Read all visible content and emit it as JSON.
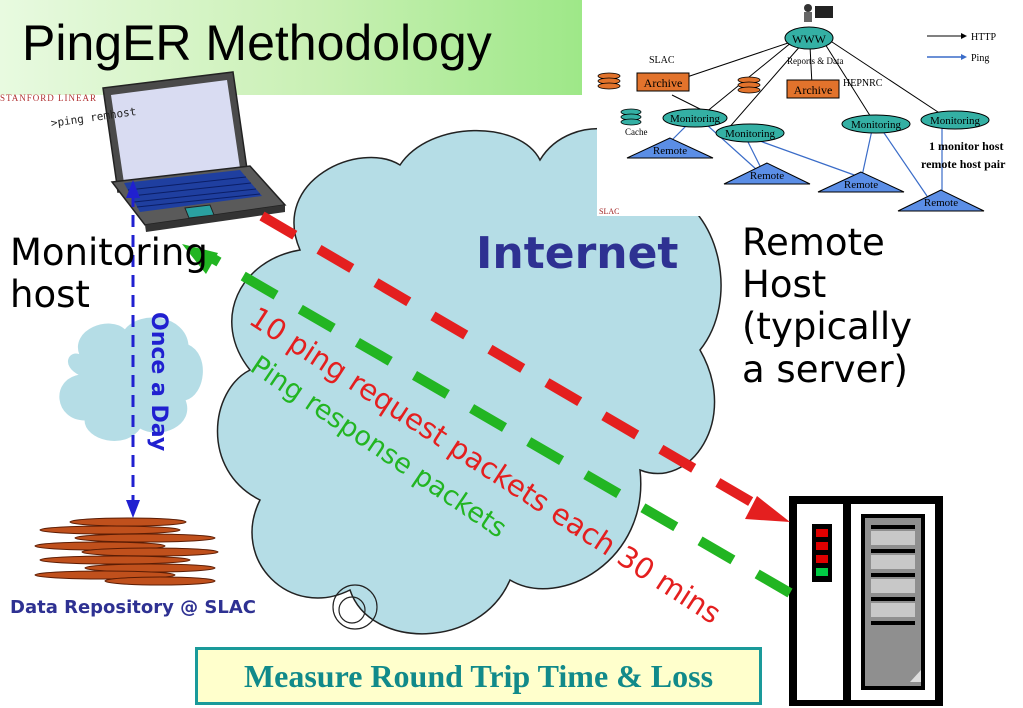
{
  "title": "PingER Methodology",
  "stanford_banner": "STANFORD LINEAR",
  "ping_command": ">ping remhost",
  "monitoring_host_label": [
    "Monitoring",
    "host"
  ],
  "remote_host_label": [
    "Remote",
    "Host",
    "(typically",
    "a server)"
  ],
  "internet_label": "Internet",
  "request_label": "10 ping request packets each 30 mins",
  "response_label": "Ping response packets",
  "schedule_label": "Once a Day",
  "repository_label": "Data Repository @ SLAC",
  "measure_label": "Measure Round Trip Time & Loss",
  "inset": {
    "www": "WWW",
    "reports": "Reports & Data",
    "slac": "SLAC",
    "hepnrc": "HEPNRC",
    "archive": "Archive",
    "monitoring": "Monitoring",
    "remote": "Remote",
    "cache": "Cache",
    "legend_http": "HTTP",
    "legend_ping": "Ping",
    "note": [
      "1 monitor host",
      "remote host pair"
    ],
    "slac_logo": "SLAC"
  },
  "colors": {
    "request": "#e41f1f",
    "response": "#22b522",
    "schedule": "#2020d0",
    "cloud": "#b5dde6",
    "internet": "#2e3192",
    "measure_border": "#1a9a9a",
    "measure_fill": "#ffffcc"
  }
}
